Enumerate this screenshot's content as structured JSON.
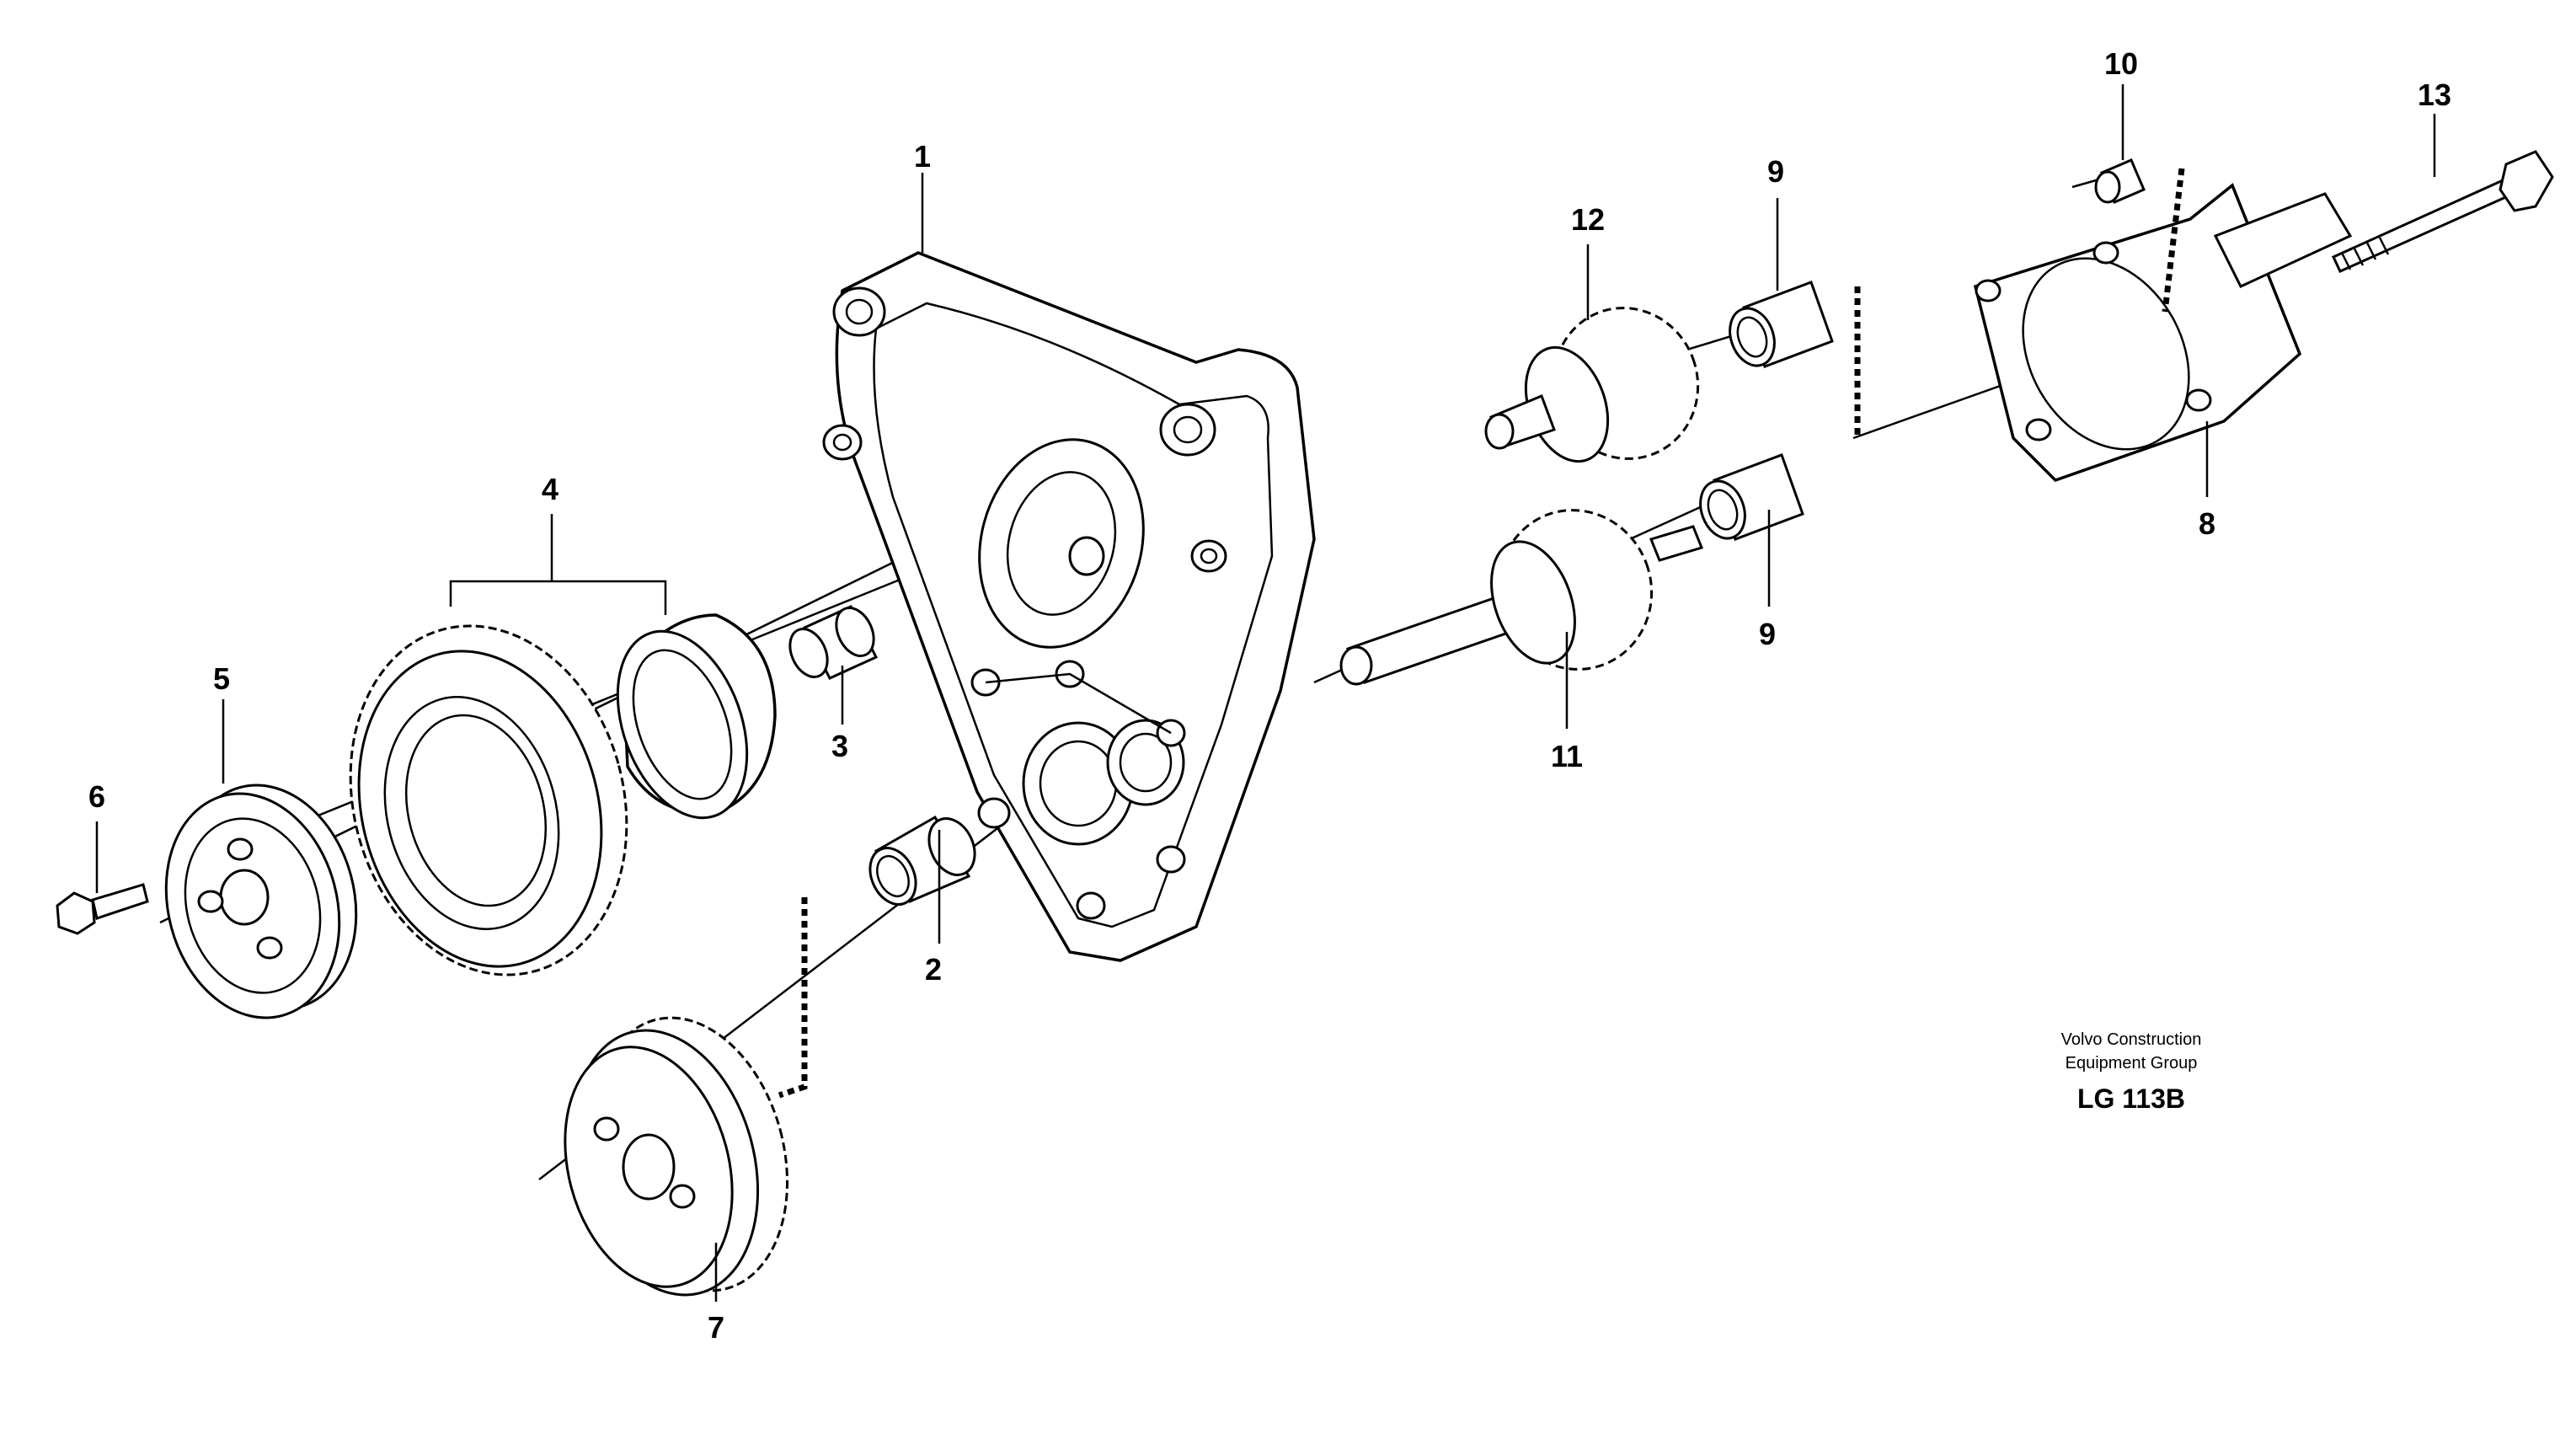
{
  "labels": {
    "p1": "1",
    "p2": "2",
    "p3": "3",
    "p4": "4",
    "p5": "5",
    "p6": "6",
    "p7": "7",
    "p8": "8",
    "p9a": "9",
    "p9b": "9",
    "p10": "10",
    "p11": "11",
    "p12": "12",
    "p13": "13"
  },
  "credit": {
    "line1": "Volvo Construction",
    "line2": "Equipment Group",
    "code": "LG 113B"
  }
}
